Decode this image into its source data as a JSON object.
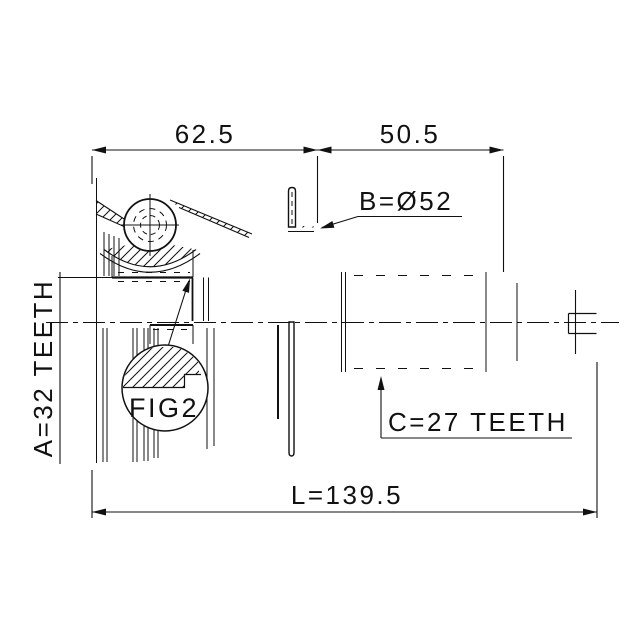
{
  "drawing": {
    "type": "cv-joint-outer-technical-drawing",
    "annotations": {
      "dim_outer_race_width": "62.5",
      "dim_shaft_section_length": "50.5",
      "label_b_diameter": "B=Ø52",
      "label_a_inner_spline": "A=32 TEETH",
      "label_c_shaft_spline": "C=27 TEETH",
      "dim_overall_length": "L=139.5",
      "detail_bubble_label": "FIG2"
    },
    "colors": {
      "line": "#111111",
      "background": "#ffffff"
    }
  }
}
